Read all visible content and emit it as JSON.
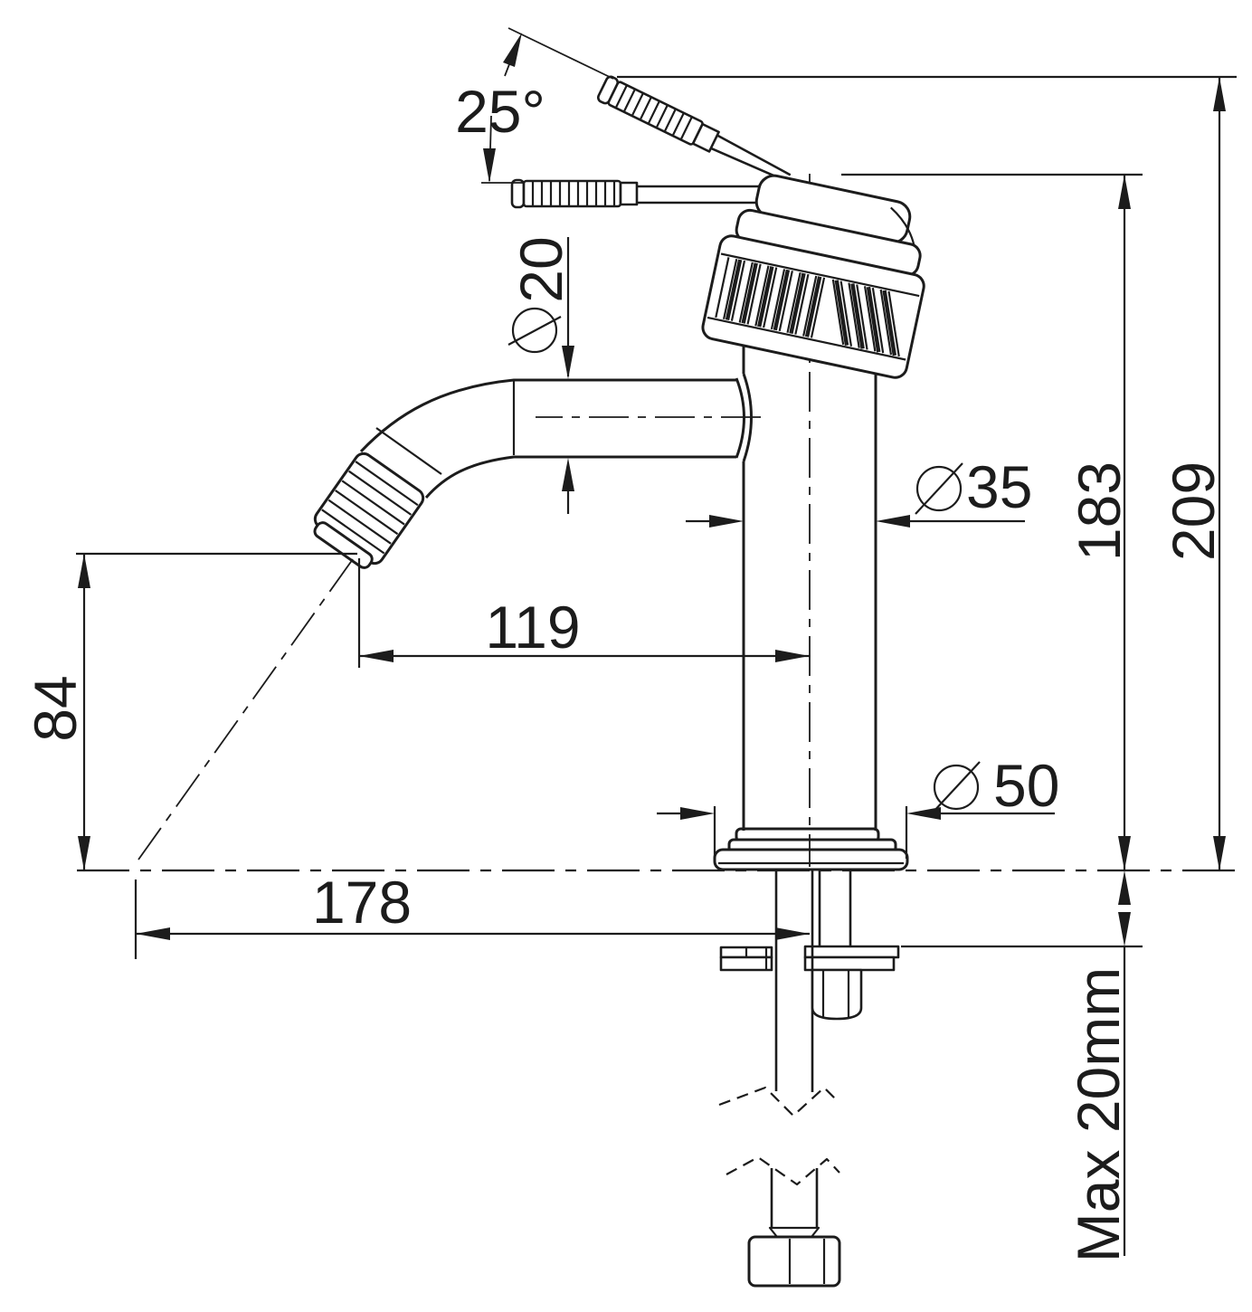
{
  "drawing": {
    "subject": "single-lever basin mixer tap - dimensioned side elevation",
    "colors": {
      "line": "#1c1c1c",
      "background": "#ffffff"
    },
    "dimensions": {
      "lever_angle": {
        "label": "25°"
      },
      "spout_tube_diameter": {
        "symbol": "⌀",
        "value": "20"
      },
      "body_diameter": {
        "symbol": "⌀",
        "value": "35"
      },
      "base_diameter": {
        "symbol": "⌀",
        "value": "50"
      },
      "outlet_height": {
        "label": "84"
      },
      "spout_reach": {
        "label": "119"
      },
      "total_reach": {
        "label": "178"
      },
      "body_height": {
        "label": "183"
      },
      "overall_height": {
        "label": "209"
      },
      "max_deck_thickness": {
        "label": "Max 20mm"
      }
    }
  }
}
